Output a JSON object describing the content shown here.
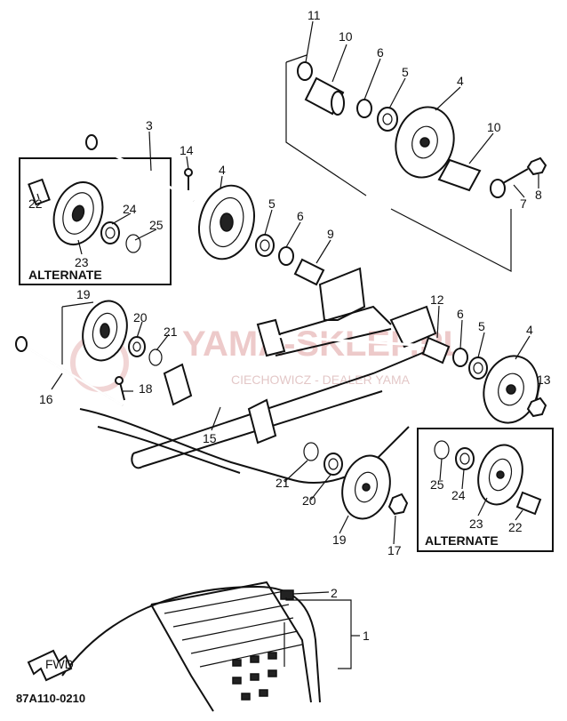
{
  "labels": {
    "p1": "1",
    "p2": "2",
    "p3": "3",
    "p4a": "4",
    "p4b": "4",
    "p4c": "4",
    "p5a": "5",
    "p5b": "5",
    "p5c": "5",
    "p6a": "6",
    "p6b": "6",
    "p6c": "6",
    "p7": "7",
    "p8": "8",
    "p9": "9",
    "p10a": "10",
    "p10b": "10",
    "p11": "11",
    "p12": "12",
    "p13": "13",
    "p14": "14",
    "p15": "15",
    "p16": "16",
    "p17": "17",
    "p18": "18",
    "p19a": "19",
    "p19b": "19",
    "p20a": "20",
    "p20b": "20",
    "p21a": "21",
    "p21b": "21",
    "p22a": "22",
    "p22b": "22",
    "p23a": "23",
    "p23b": "23",
    "p24a": "24",
    "p24b": "24",
    "p25a": "25",
    "p25b": "25"
  },
  "alternate_left": "ALTERNATE",
  "alternate_right": "ALTERNATE",
  "diagram_code": "87A110-0210",
  "fwd_label": "FWD",
  "watermark": {
    "main": "YAMA-SKLEP.PL",
    "sub": "CIECHOWICZ - DEALER YAMA"
  }
}
